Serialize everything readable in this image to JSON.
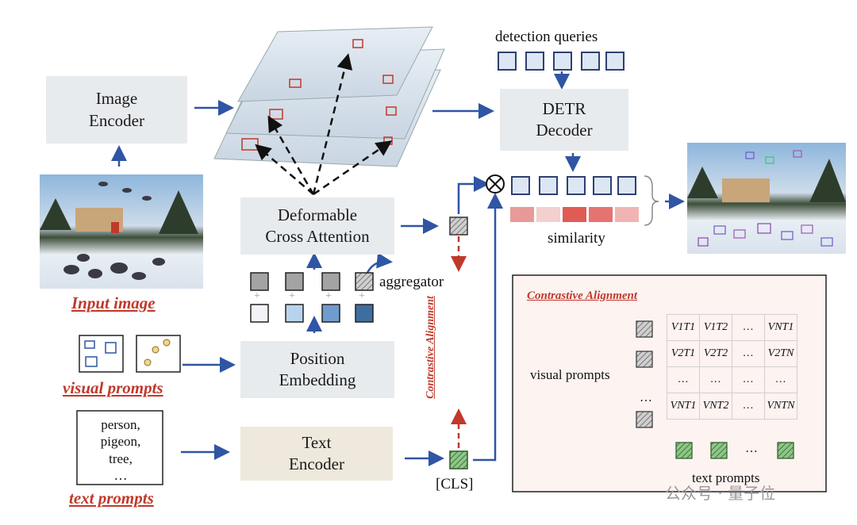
{
  "boxes": {
    "image_encoder": "Image\nEncoder",
    "detr_decoder": "DETR\nDecoder",
    "deformable": "Deformable\nCross Attention",
    "position": "Position\nEmbedding",
    "text_encoder": "Text\nEncoder"
  },
  "labels": {
    "detection_queries": "detection queries",
    "similarity": "similarity",
    "aggregator": "aggregator",
    "cls": "[CLS]",
    "visual_prompts_inner": "visual prompts",
    "text_prompts_inner": "text prompts",
    "text_list": "person,\npigeon,\ntree,\n…",
    "ellipsis": "…",
    "plus": "+"
  },
  "red_labels": {
    "input_image": "Input image",
    "visual_prompts": "visual prompts",
    "text_prompts": "text prompts",
    "contrastive_vertical": "Contrastive Alignment",
    "contrastive_panel": "Contrastive Alignment"
  },
  "matrix": [
    [
      "V1T1",
      "V1T2",
      "…",
      "VNT1"
    ],
    [
      "V2T1",
      "V2T2",
      "…",
      "V2TN"
    ],
    [
      "…",
      "…",
      "…",
      "…"
    ],
    [
      "VNT1",
      "VNT2",
      "…",
      "VNTN"
    ]
  ],
  "watermark": "公众号 · 量子位",
  "colors": {
    "arrow_blue": "#2f55a4",
    "red": "#c0392b",
    "query_fill": "#dde6f3",
    "query_border": "#2f4070",
    "panel_bg": "#fdf3f1"
  }
}
